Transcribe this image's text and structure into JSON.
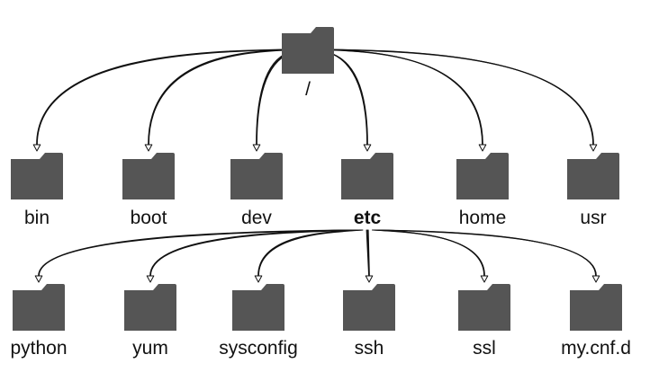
{
  "diagram": {
    "root": {
      "id": "root",
      "label": "/",
      "icon": "folder-icon"
    },
    "level1": [
      {
        "id": "bin",
        "label": "bin",
        "icon": "folder-icon"
      },
      {
        "id": "boot",
        "label": "boot",
        "icon": "folder-icon"
      },
      {
        "id": "dev",
        "label": "dev",
        "icon": "folder-icon"
      },
      {
        "id": "etc",
        "label": "etc",
        "icon": "folder-icon",
        "emphasized": true
      },
      {
        "id": "home",
        "label": "home",
        "icon": "folder-icon"
      },
      {
        "id": "usr",
        "label": "usr",
        "icon": "folder-icon"
      }
    ],
    "level2": [
      {
        "id": "python",
        "label": "python",
        "icon": "folder-icon"
      },
      {
        "id": "yum",
        "label": "yum",
        "icon": "folder-icon"
      },
      {
        "id": "sysconfig",
        "label": "sysconfig",
        "icon": "folder-icon"
      },
      {
        "id": "ssh",
        "label": "ssh",
        "icon": "folder-icon"
      },
      {
        "id": "ssl",
        "label": "ssl",
        "icon": "folder-icon"
      },
      {
        "id": "mycnfd",
        "label": "my.cnf.d",
        "icon": "folder-icon"
      }
    ],
    "edges": [
      {
        "from": "root",
        "to": "bin"
      },
      {
        "from": "root",
        "to": "boot"
      },
      {
        "from": "root",
        "to": "dev"
      },
      {
        "from": "root",
        "to": "etc"
      },
      {
        "from": "root",
        "to": "home"
      },
      {
        "from": "root",
        "to": "usr"
      },
      {
        "from": "etc",
        "to": "python"
      },
      {
        "from": "etc",
        "to": "yum"
      },
      {
        "from": "etc",
        "to": "sysconfig"
      },
      {
        "from": "etc",
        "to": "ssh"
      },
      {
        "from": "etc",
        "to": "ssl"
      },
      {
        "from": "etc",
        "to": "mycnfd"
      }
    ],
    "colors": {
      "folder": "#555555",
      "line": "#111111",
      "text": "#111111",
      "background": "#ffffff"
    }
  }
}
